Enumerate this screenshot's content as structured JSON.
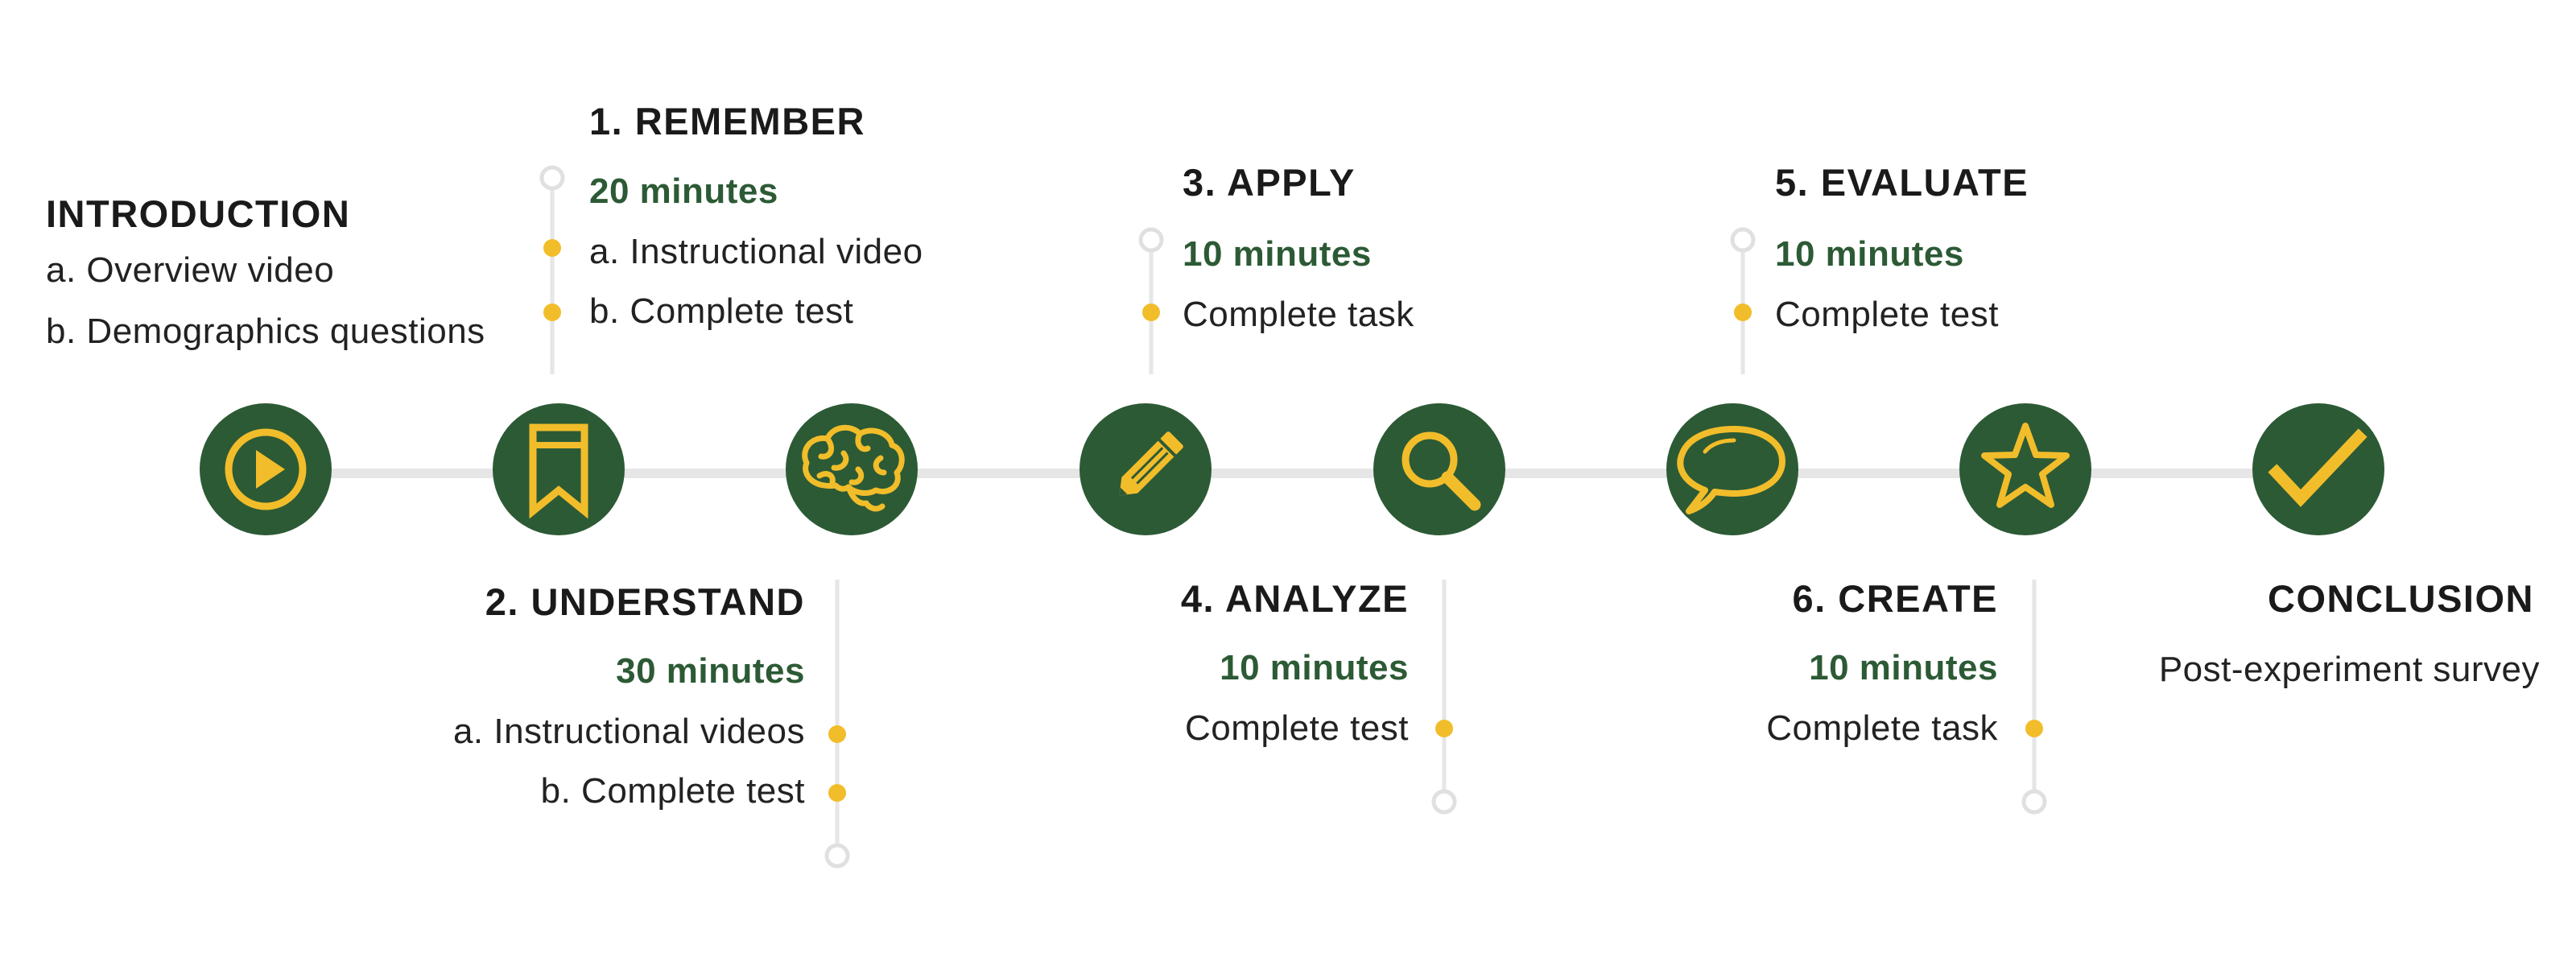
{
  "colors": {
    "circle": "#2c5a35",
    "icon": "#f2bd2a",
    "line": "#e6e6e6",
    "dot": "#f2bd2a",
    "heading": "#1a1a1a",
    "duration": "#2c5a35"
  },
  "introduction": {
    "title": "INTRODUCTION",
    "items": [
      "a. Overview video",
      "b. Demographics questions"
    ]
  },
  "remember": {
    "title": "1. REMEMBER",
    "duration": "20 minutes",
    "items": [
      "a. Instructional video",
      "b. Complete test"
    ]
  },
  "understand": {
    "title": "2. UNDERSTAND",
    "duration": "30 minutes",
    "items": [
      "a. Instructional videos",
      "b. Complete test"
    ]
  },
  "apply": {
    "title": "3. APPLY",
    "duration": "10 minutes",
    "items": [
      "Complete task"
    ]
  },
  "analyze": {
    "title": "4. ANALYZE",
    "duration": "10 minutes",
    "items": [
      "Complete test"
    ]
  },
  "evaluate": {
    "title": "5. EVALUATE",
    "duration": "10 minutes",
    "items": [
      "Complete test"
    ]
  },
  "create": {
    "title": "6. CREATE",
    "duration": "10 minutes",
    "items": [
      "Complete task"
    ]
  },
  "conclusion": {
    "title": "CONCLUSION",
    "items": [
      "Post-experiment survey"
    ]
  },
  "icons": [
    "play-icon",
    "bookmark-icon",
    "brain-icon",
    "pencil-icon",
    "magnifier-icon",
    "speech-bubble-icon",
    "star-icon",
    "checkmark-icon"
  ]
}
